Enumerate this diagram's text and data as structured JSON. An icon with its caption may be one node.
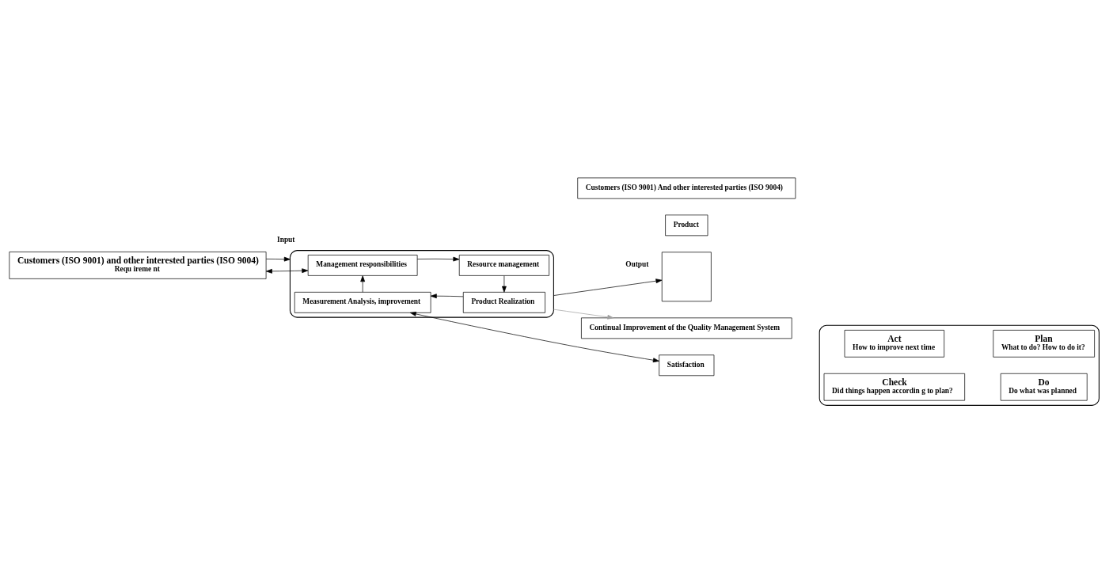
{
  "diagram": {
    "nodes": [
      {
        "text": [
          "Customers (ISO 9001) and other interested parties (ISO 9004)",
          "Requ ireme nt"
        ]
      },
      {
        "text": [
          "Continual Improvement of the Quality Management System"
        ]
      },
      {
        "text": [],
        "shape": "ellipse"
      },
      {
        "text": [
          "Management responsibilities"
        ],
        "in": 2
      },
      {
        "text": [
          "Resource management"
        ],
        "in": 2
      },
      {
        "text": [
          "Measurement Analysis, improvement"
        ],
        "in": 2
      },
      {
        "text": [
          "Product Realization"
        ],
        "in": 2
      },
      {
        "text": [
          "Product"
        ]
      },
      {
        "text": [
          "Customers (ISO 9001) And other interested parties (ISO 9004)"
        ]
      },
      {
        "text": [
          "Satisfaction"
        ]
      },
      {
        "text": [],
        "shape": "box"
      },
      {
        "text": [],
        "shape": "ellipse"
      },
      {
        "text": [
          "Act",
          "How to improve next time"
        ],
        "in": 11
      },
      {
        "text": [
          "Plan",
          "What to do? How to do it?"
        ],
        "in": 11
      },
      {
        "text": [
          "Check",
          "Did things happen accordin g to plan?"
        ],
        "in": 11
      },
      {
        "text": [
          "Do",
          "Do what was planned"
        ],
        "in": 11
      }
    ],
    "edges": [
      {
        "from": 0,
        "to": 3,
        "arrow": "both"
      },
      {
        "from": 3,
        "to": 4,
        "arrow": "to"
      },
      {
        "from": 4,
        "to": 6,
        "arrow": "to"
      },
      {
        "from": 6,
        "to": 5,
        "arrow": "to"
      },
      {
        "from": 5,
        "to": 3,
        "arrow": "to"
      },
      {
        "from": 2,
        "to": 1,
        "arrow": "to",
        "color": "#a0a0a0"
      },
      {
        "from": 5,
        "to": 9,
        "arrow": "both"
      },
      {
        "from": 0,
        "to": 2,
        "arrow": "to",
        "label": "Input"
      },
      {
        "from": 2,
        "to": 10,
        "arrow": "to",
        "label": "Output"
      }
    ]
  }
}
